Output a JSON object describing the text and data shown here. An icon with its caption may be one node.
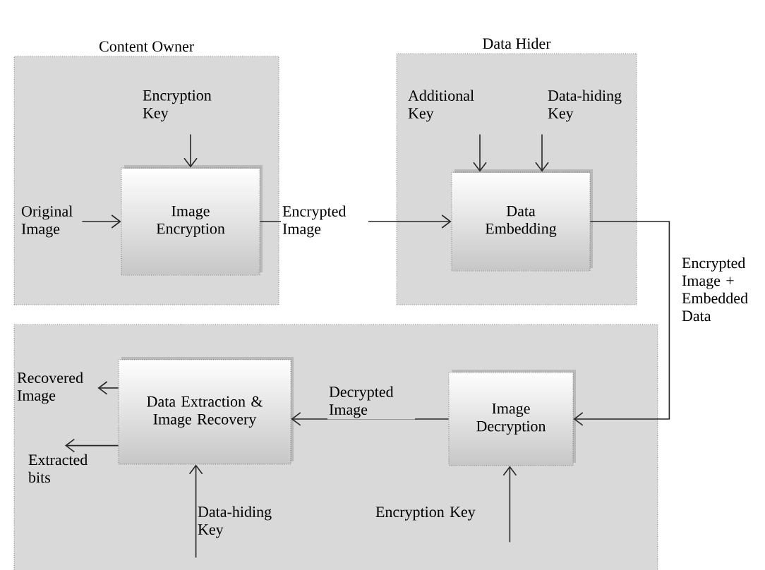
{
  "diagram": {
    "nodes": [
      {
        "text": [
          "Content Owner"
        ]
      },
      {
        "text": [
          "Image Encryption"
        ],
        "in": 0
      },
      {
        "text": [
          "Original Image"
        ],
        "in": 0
      },
      {
        "text": [
          "Encryption Key"
        ],
        "in": 0
      },
      {
        "text": [
          "Data Hider"
        ]
      },
      {
        "text": [
          "Data Embedding"
        ],
        "in": 4
      },
      {
        "text": [
          "Additional Key"
        ],
        "in": 4
      },
      {
        "text": [
          "Data-hiding Key"
        ],
        "in": 4
      },
      {
        "text": [],
        "shape": "box"
      },
      {
        "text": [
          "Data Extraction & Image Recovery"
        ],
        "in": 8
      },
      {
        "text": [
          "Image Decryption"
        ],
        "in": 8
      },
      {
        "text": [
          "Recovered Image"
        ],
        "in": 8
      },
      {
        "text": [
          "Extracted bits"
        ],
        "in": 8
      },
      {
        "text": [
          "Data-hiding Key"
        ],
        "in": 8
      },
      {
        "text": [
          "Encryption Key"
        ],
        "in": 8
      }
    ],
    "edges": [
      {
        "from": 2,
        "to": 1,
        "arrow": "to"
      },
      {
        "from": 3,
        "to": 1,
        "arrow": "to"
      },
      {
        "from": 1,
        "to": 5,
        "arrow": "to",
        "label": "Encrypted Image"
      },
      {
        "from": 6,
        "to": 5,
        "arrow": "to"
      },
      {
        "from": 7,
        "to": 5,
        "arrow": "to"
      },
      {
        "from": 5,
        "to": 10,
        "arrow": "to",
        "label": "Encrypted Image + Embedded Data"
      },
      {
        "from": 10,
        "to": 9,
        "arrow": "to",
        "label": "Decrypted Image"
      },
      {
        "from": 9,
        "to": 11,
        "arrow": "to"
      },
      {
        "from": 9,
        "to": 12,
        "arrow": "to"
      },
      {
        "from": 13,
        "to": 9,
        "arrow": "to"
      },
      {
        "from": 14,
        "to": 10,
        "arrow": "to"
      }
    ]
  }
}
